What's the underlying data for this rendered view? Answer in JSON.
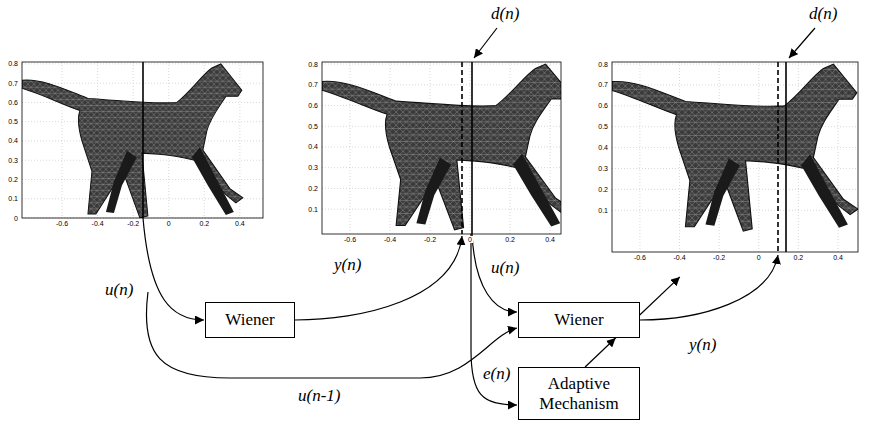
{
  "diagram": {
    "nodes": [
      {
        "text": [
          "Wiener"
        ]
      },
      {
        "text": [
          "Wiener"
        ]
      },
      {
        "text": [
          "Adaptive Mechanism"
        ]
      }
    ],
    "edges": [
      {
        "from": 2,
        "to": 1,
        "arrow": "to"
      }
    ],
    "labels": [
      "0.8",
      "0.7",
      "0.6",
      "0.5",
      "0.4",
      "0.3",
      "0.2",
      "0.1",
      "0",
      "-0.6",
      "-0.4",
      "-0.2",
      "0",
      "0.2",
      "0.4",
      "0.8",
      "0.7",
      "0.6",
      "0.5",
      "0.4",
      "0.3",
      "0.2",
      "0.1",
      "-0.6",
      "-0.4",
      "-0.2",
      "0",
      "0.2",
      "0.4",
      "0.8",
      "0.7",
      "0.6",
      "0.5",
      "0.4",
      "0.3",
      "0.2",
      "0.1",
      "-0.6",
      "-0.4",
      "-0.2",
      "0",
      "0.2",
      "0.4",
      "d(n)",
      "d(n)",
      "u(n)",
      "y(n)",
      "u(n)",
      "y(n)",
      "u(n-1)",
      "e(n)"
    ]
  }
}
